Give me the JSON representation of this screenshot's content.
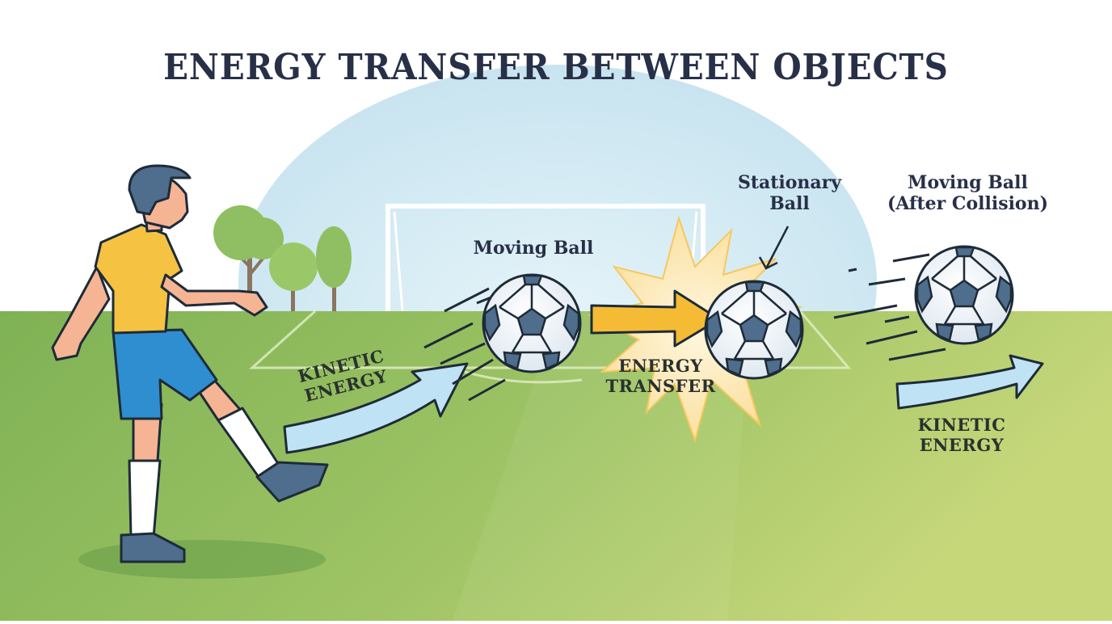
{
  "title": "ENERGY TRANSFER BETWEEN OBJECTS",
  "labels": {
    "moving_ball": "Moving Ball",
    "stationary_ball_line1": "Stationary",
    "stationary_ball_line2": "Ball",
    "after_collision_line1": "Moving Ball",
    "after_collision_line2": "(After Collision)",
    "kinetic_energy_left_line1": "KINETIC",
    "kinetic_energy_left_line2": "ENERGY",
    "energy_transfer_line1": "ENERGY",
    "energy_transfer_line2": "TRANSFER",
    "kinetic_energy_right_line1": "KINETIC",
    "kinetic_energy_right_line2": "ENERGY"
  },
  "colors": {
    "title": "#283048",
    "grass": "#8cbb5a",
    "grass_light": "#c2d47a",
    "sky": "#d6ecf4",
    "kinetic_arrow": "#bfe3f4",
    "transfer_arrow": "#f5bb35",
    "burst": "#fde9b8",
    "jersey": "#f5c242",
    "shorts": "#2f8ed0",
    "ball_dark": "#4f6d8c",
    "outline": "#1e2b38"
  }
}
